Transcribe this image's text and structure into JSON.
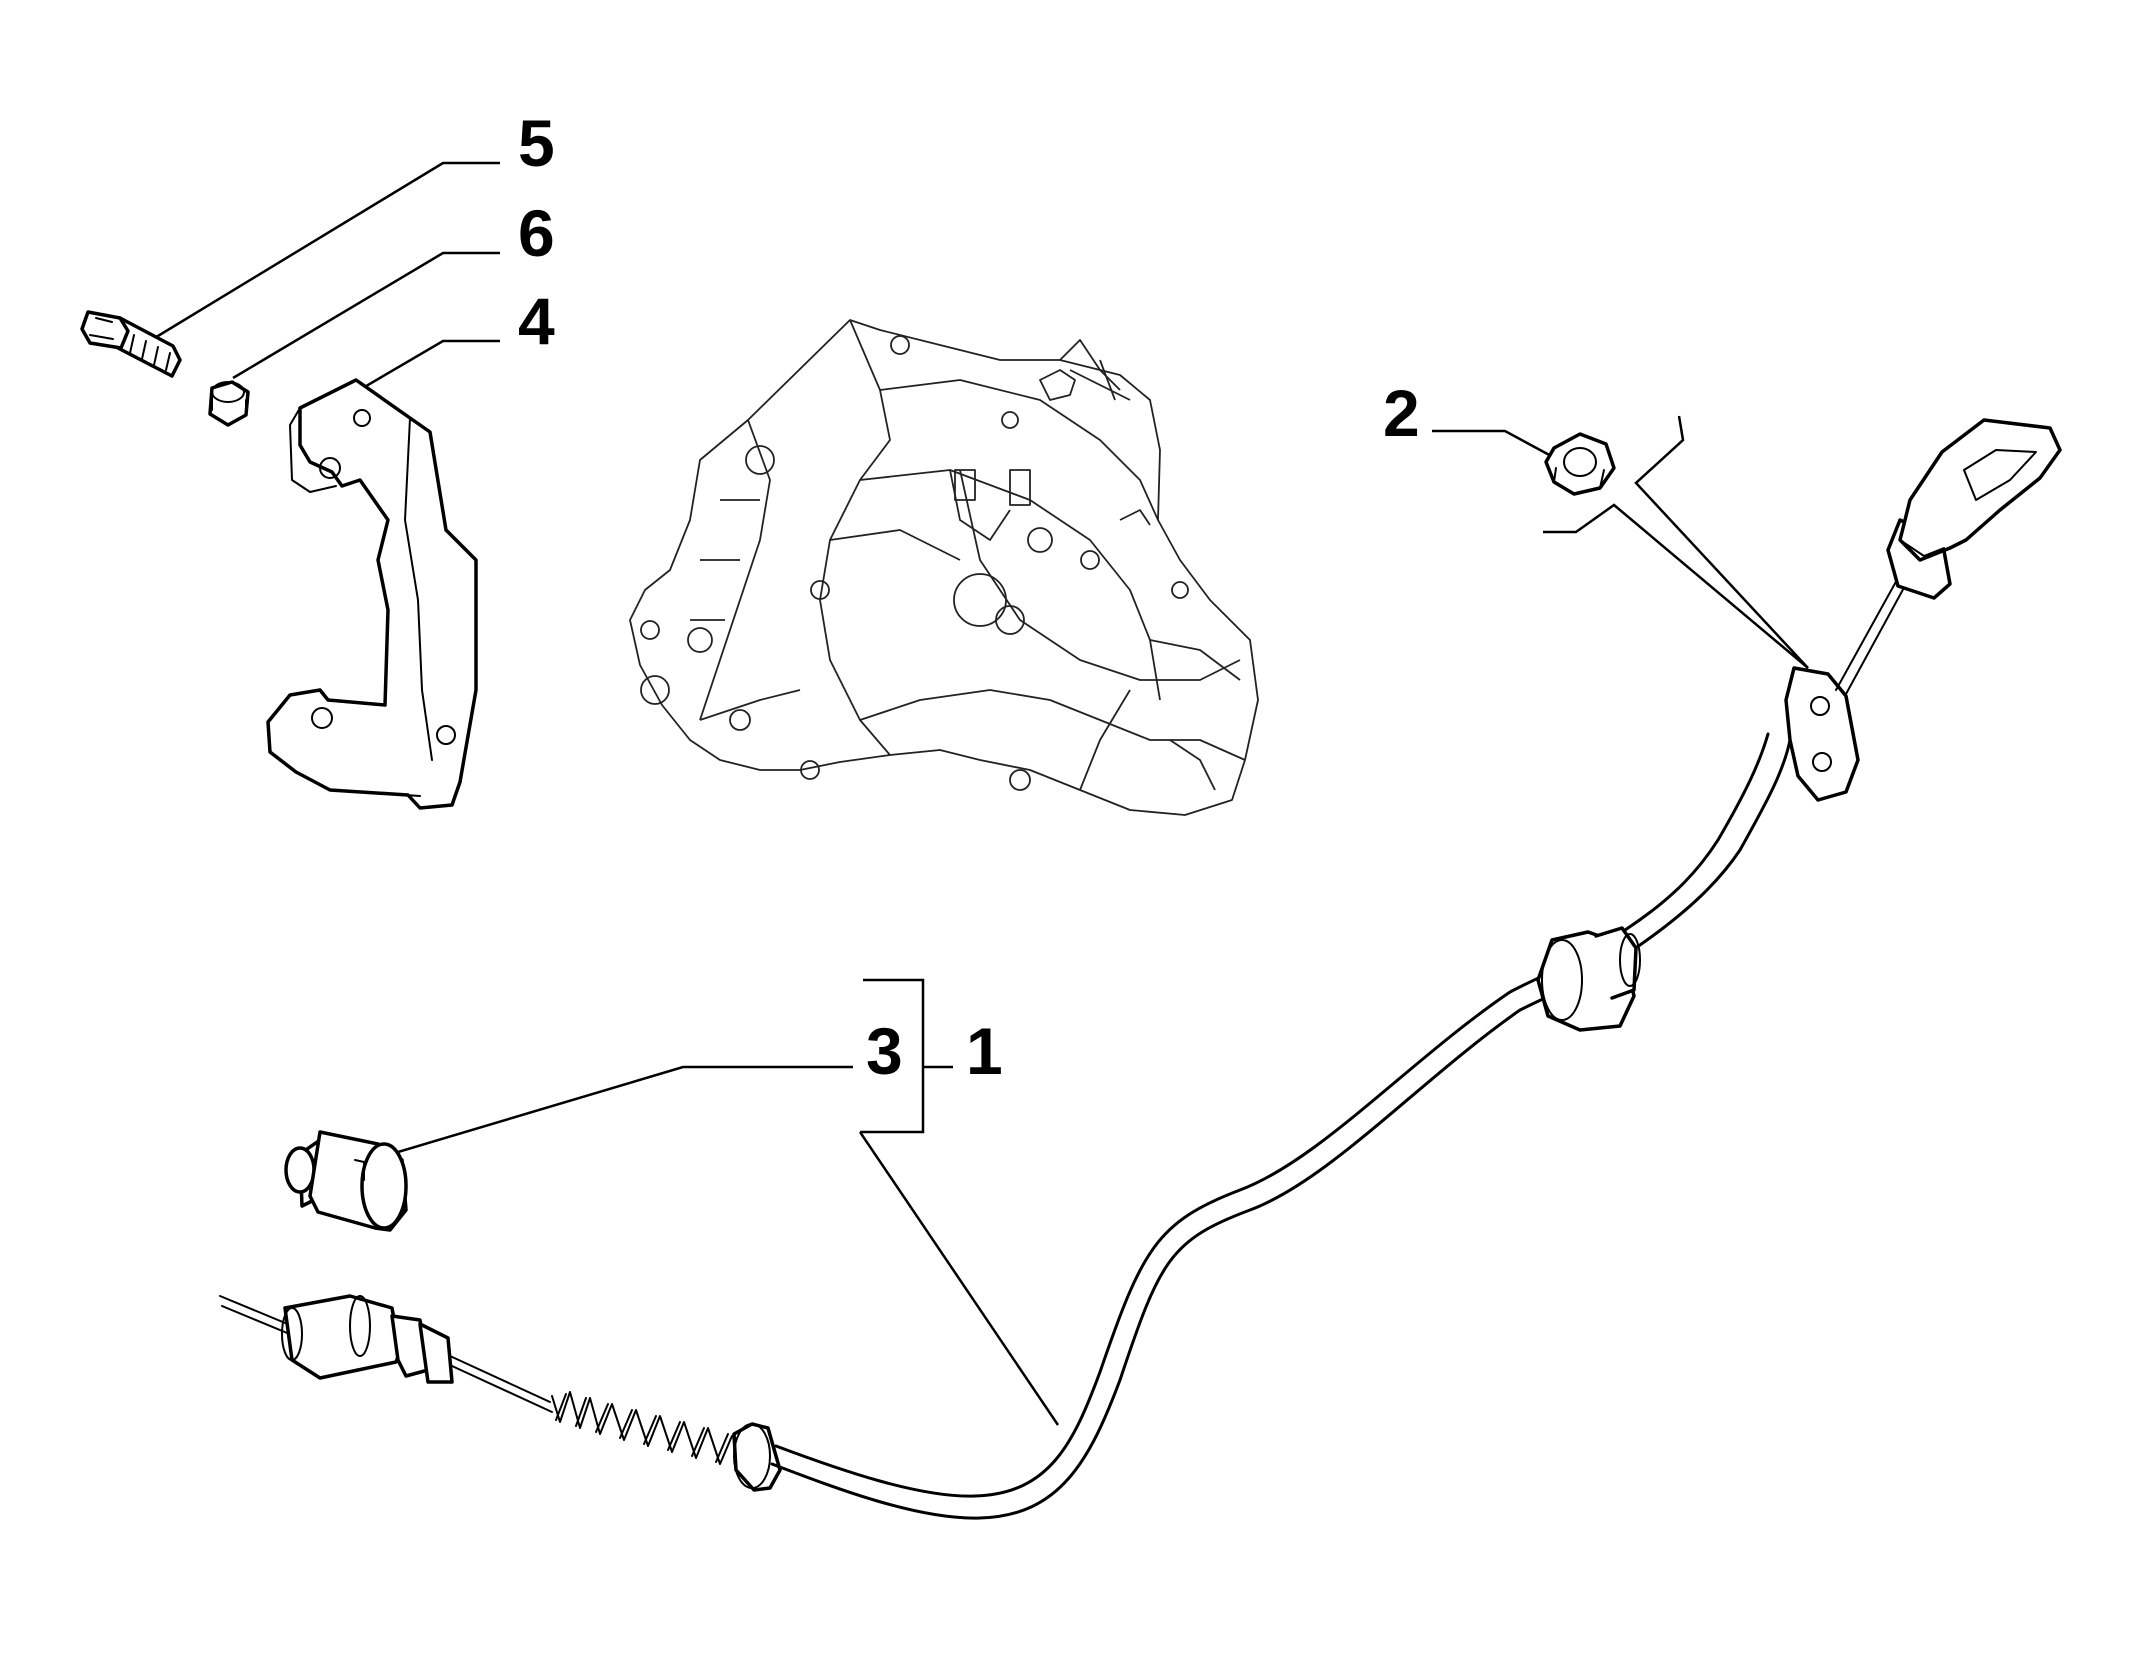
{
  "callouts": {
    "c1": "1",
    "c2": "2",
    "c3": "3",
    "c4": "4",
    "c5": "5",
    "c6": "6"
  },
  "parts": [
    {
      "id": "1",
      "name": "clutch-cable-assembly"
    },
    {
      "id": "2",
      "name": "nut"
    },
    {
      "id": "3",
      "name": "rubber-bush"
    },
    {
      "id": "4",
      "name": "bracket"
    },
    {
      "id": "5",
      "name": "bolt"
    },
    {
      "id": "6",
      "name": "washer"
    }
  ],
  "colors": {
    "line": "#000000",
    "background": "#ffffff"
  }
}
